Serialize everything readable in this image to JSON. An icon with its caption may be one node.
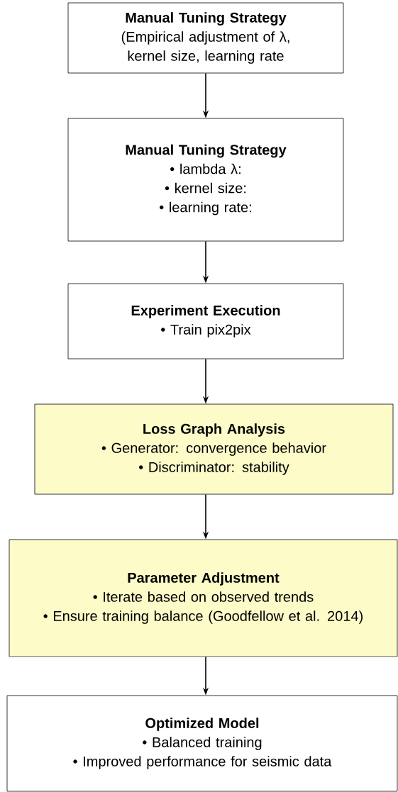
{
  "diagram": {
    "nodes": [
      {
        "text": [
          "Manual Tuning Strategy",
          "(Empirical adjustment of λ, kernel size, learning rate"
        ]
      },
      {
        "text": [
          "Manual Tuning Strategy",
          "•  lambda λ:",
          "•  kernel size:",
          "•  learning rate:"
        ]
      },
      {
        "text": [
          "Experiment Execution",
          "•  Train pix2pix"
        ]
      },
      {
        "text": [
          "Loss Graph Analysis",
          "•  Generator: convergence behavior",
          "•  Discriminator: stability"
        ]
      },
      {
        "text": [
          "Parameter Adjustment",
          "•  Iterate based on observed trends",
          "•  Ensure training balance (Goodfellow et al. 2014)"
        ]
      },
      {
        "text": [
          "Optimized Model",
          "•  Balanced training",
          "•  Improved performance for seismic data"
        ]
      }
    ],
    "edges": [
      {
        "from": 0,
        "to": 1,
        "arrow": "to"
      },
      {
        "from": 1,
        "to": 2,
        "arrow": "to"
      },
      {
        "from": 2,
        "to": 3,
        "arrow": "to"
      },
      {
        "from": 3,
        "to": 4,
        "arrow": "to"
      },
      {
        "from": 4,
        "to": 5,
        "arrow": "to"
      }
    ]
  }
}
